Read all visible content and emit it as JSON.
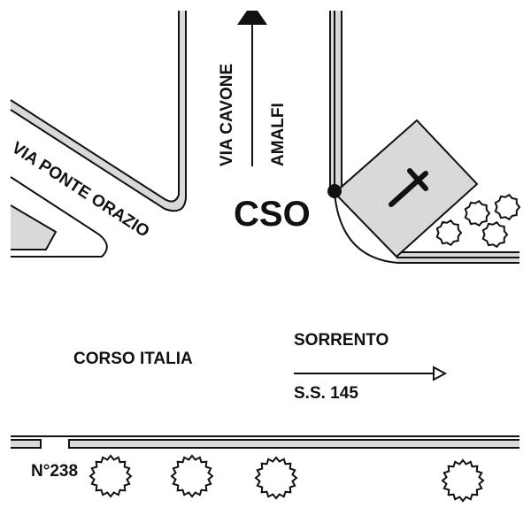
{
  "map": {
    "colors": {
      "ink": "#111111",
      "road_fill": "#d9d9d9",
      "building_fill": "#d9d9d9",
      "background": "#ffffff"
    },
    "streets": {
      "via_ponte_orazio": "VIA PONTE ORAZIO",
      "via_cavone": "VIA CAVONE",
      "corso_italia": "CORSO ITALIA"
    },
    "directions": {
      "north_destination": "AMALFI",
      "east_destination": "SORRENTO",
      "east_road_code": "S.S. 145"
    },
    "markers": {
      "location_label": "CSO",
      "house_number": "N°238"
    },
    "icons": {
      "church": "church-with-cross-icon",
      "location": "location-dot-icon",
      "tree": "tree-icon",
      "north_arrow": "arrow-up-icon",
      "east_arrow": "arrow-right-icon"
    }
  }
}
